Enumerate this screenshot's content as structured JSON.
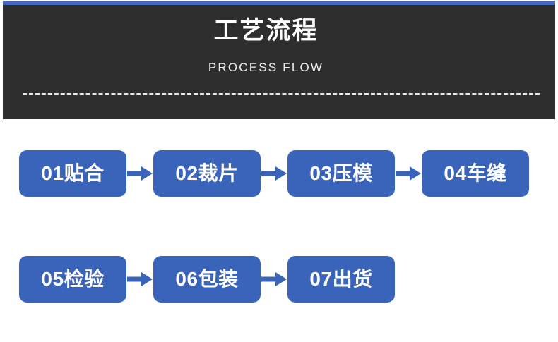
{
  "theme": {
    "accent_blue": "#4368bd",
    "box_blue": "#3a63ba",
    "header_dark": "#2e2e2e",
    "text_white": "#ffffff",
    "page_background": "#ffffff"
  },
  "header": {
    "title_cn": "工艺流程",
    "title_en": "PROCESS FLOW"
  },
  "flow": {
    "rows": [
      {
        "steps": [
          {
            "label": "01贴合",
            "number": "01",
            "name": "贴合"
          },
          {
            "label": "02裁片",
            "number": "02",
            "name": "裁片"
          },
          {
            "label": "03压模",
            "number": "03",
            "name": "压模"
          },
          {
            "label": "04车缝",
            "number": "04",
            "name": "车缝"
          }
        ]
      },
      {
        "steps": [
          {
            "label": "05检验",
            "number": "05",
            "name": "检验"
          },
          {
            "label": "06包装",
            "number": "06",
            "name": "包装"
          },
          {
            "label": "07出货",
            "number": "07",
            "name": "出货"
          }
        ]
      }
    ]
  }
}
